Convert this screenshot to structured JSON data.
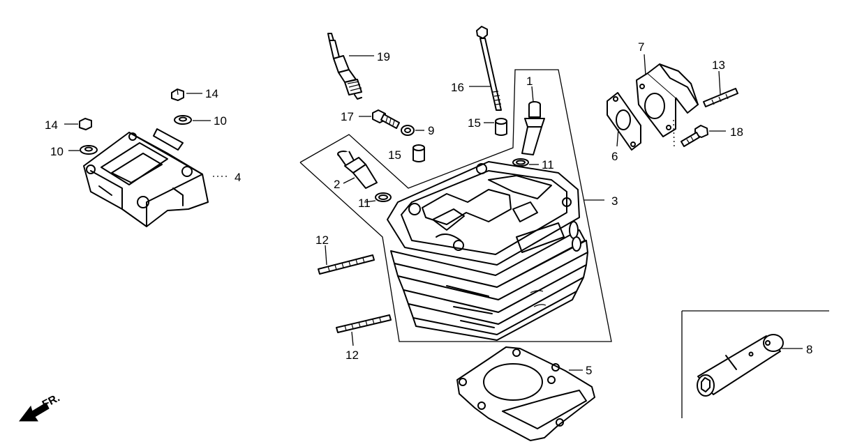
{
  "diagram": {
    "callouts": {
      "c1": "1",
      "c2": "2",
      "c3": "3",
      "c4": "4",
      "c5": "5",
      "c6": "6",
      "c7": "7",
      "c8": "8",
      "c9": "9",
      "c10a": "10",
      "c10b": "10",
      "c11a": "11",
      "c11b": "11",
      "c12a": "12",
      "c12b": "12",
      "c13": "13",
      "c14a": "14",
      "c14b": "14",
      "c15a": "15",
      "c15b": "15",
      "c16": "16",
      "c17": "17",
      "c18": "18",
      "c19": "19"
    },
    "direction_label": "FR."
  }
}
